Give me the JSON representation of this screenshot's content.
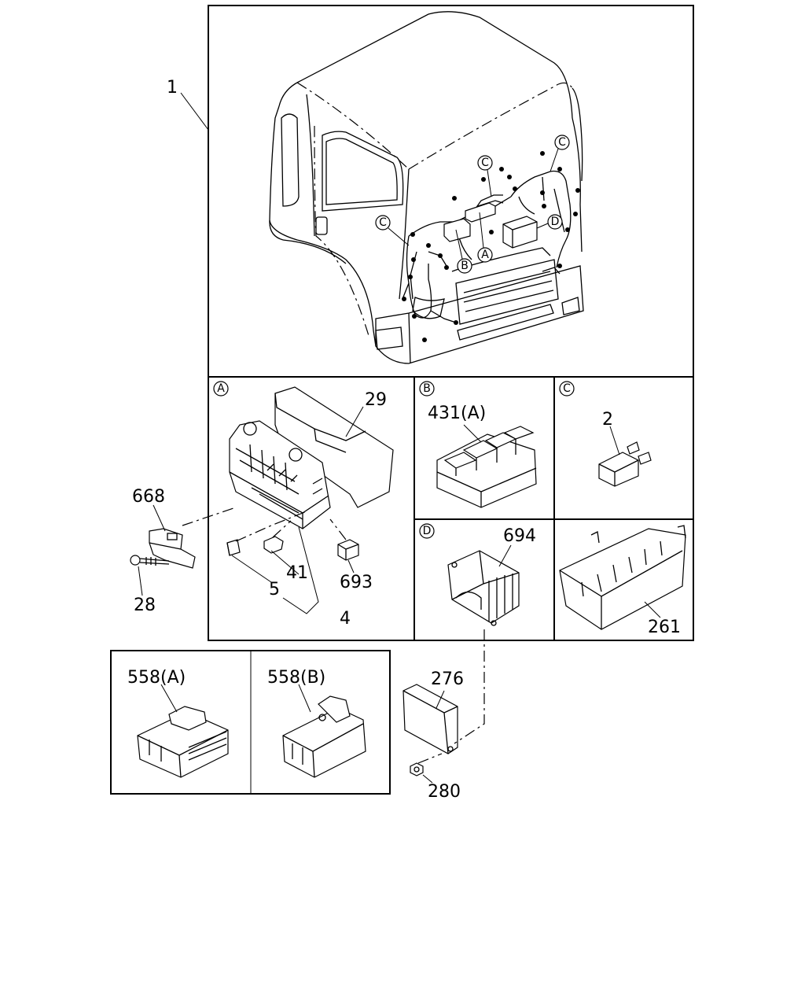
{
  "labels": {
    "p1": "1",
    "p29": "29",
    "p668": "668",
    "p28": "28",
    "p5": "5",
    "p41": "41",
    "p693": "693",
    "p4": "4",
    "p431a": "431(A)",
    "p2": "2",
    "p694": "694",
    "p261": "261",
    "p558a": "558(A)",
    "p558b": "558(B)",
    "p276": "276",
    "p280": "280"
  },
  "callouts": {
    "a": "A",
    "b": "B",
    "c": "C",
    "d": "D"
  }
}
